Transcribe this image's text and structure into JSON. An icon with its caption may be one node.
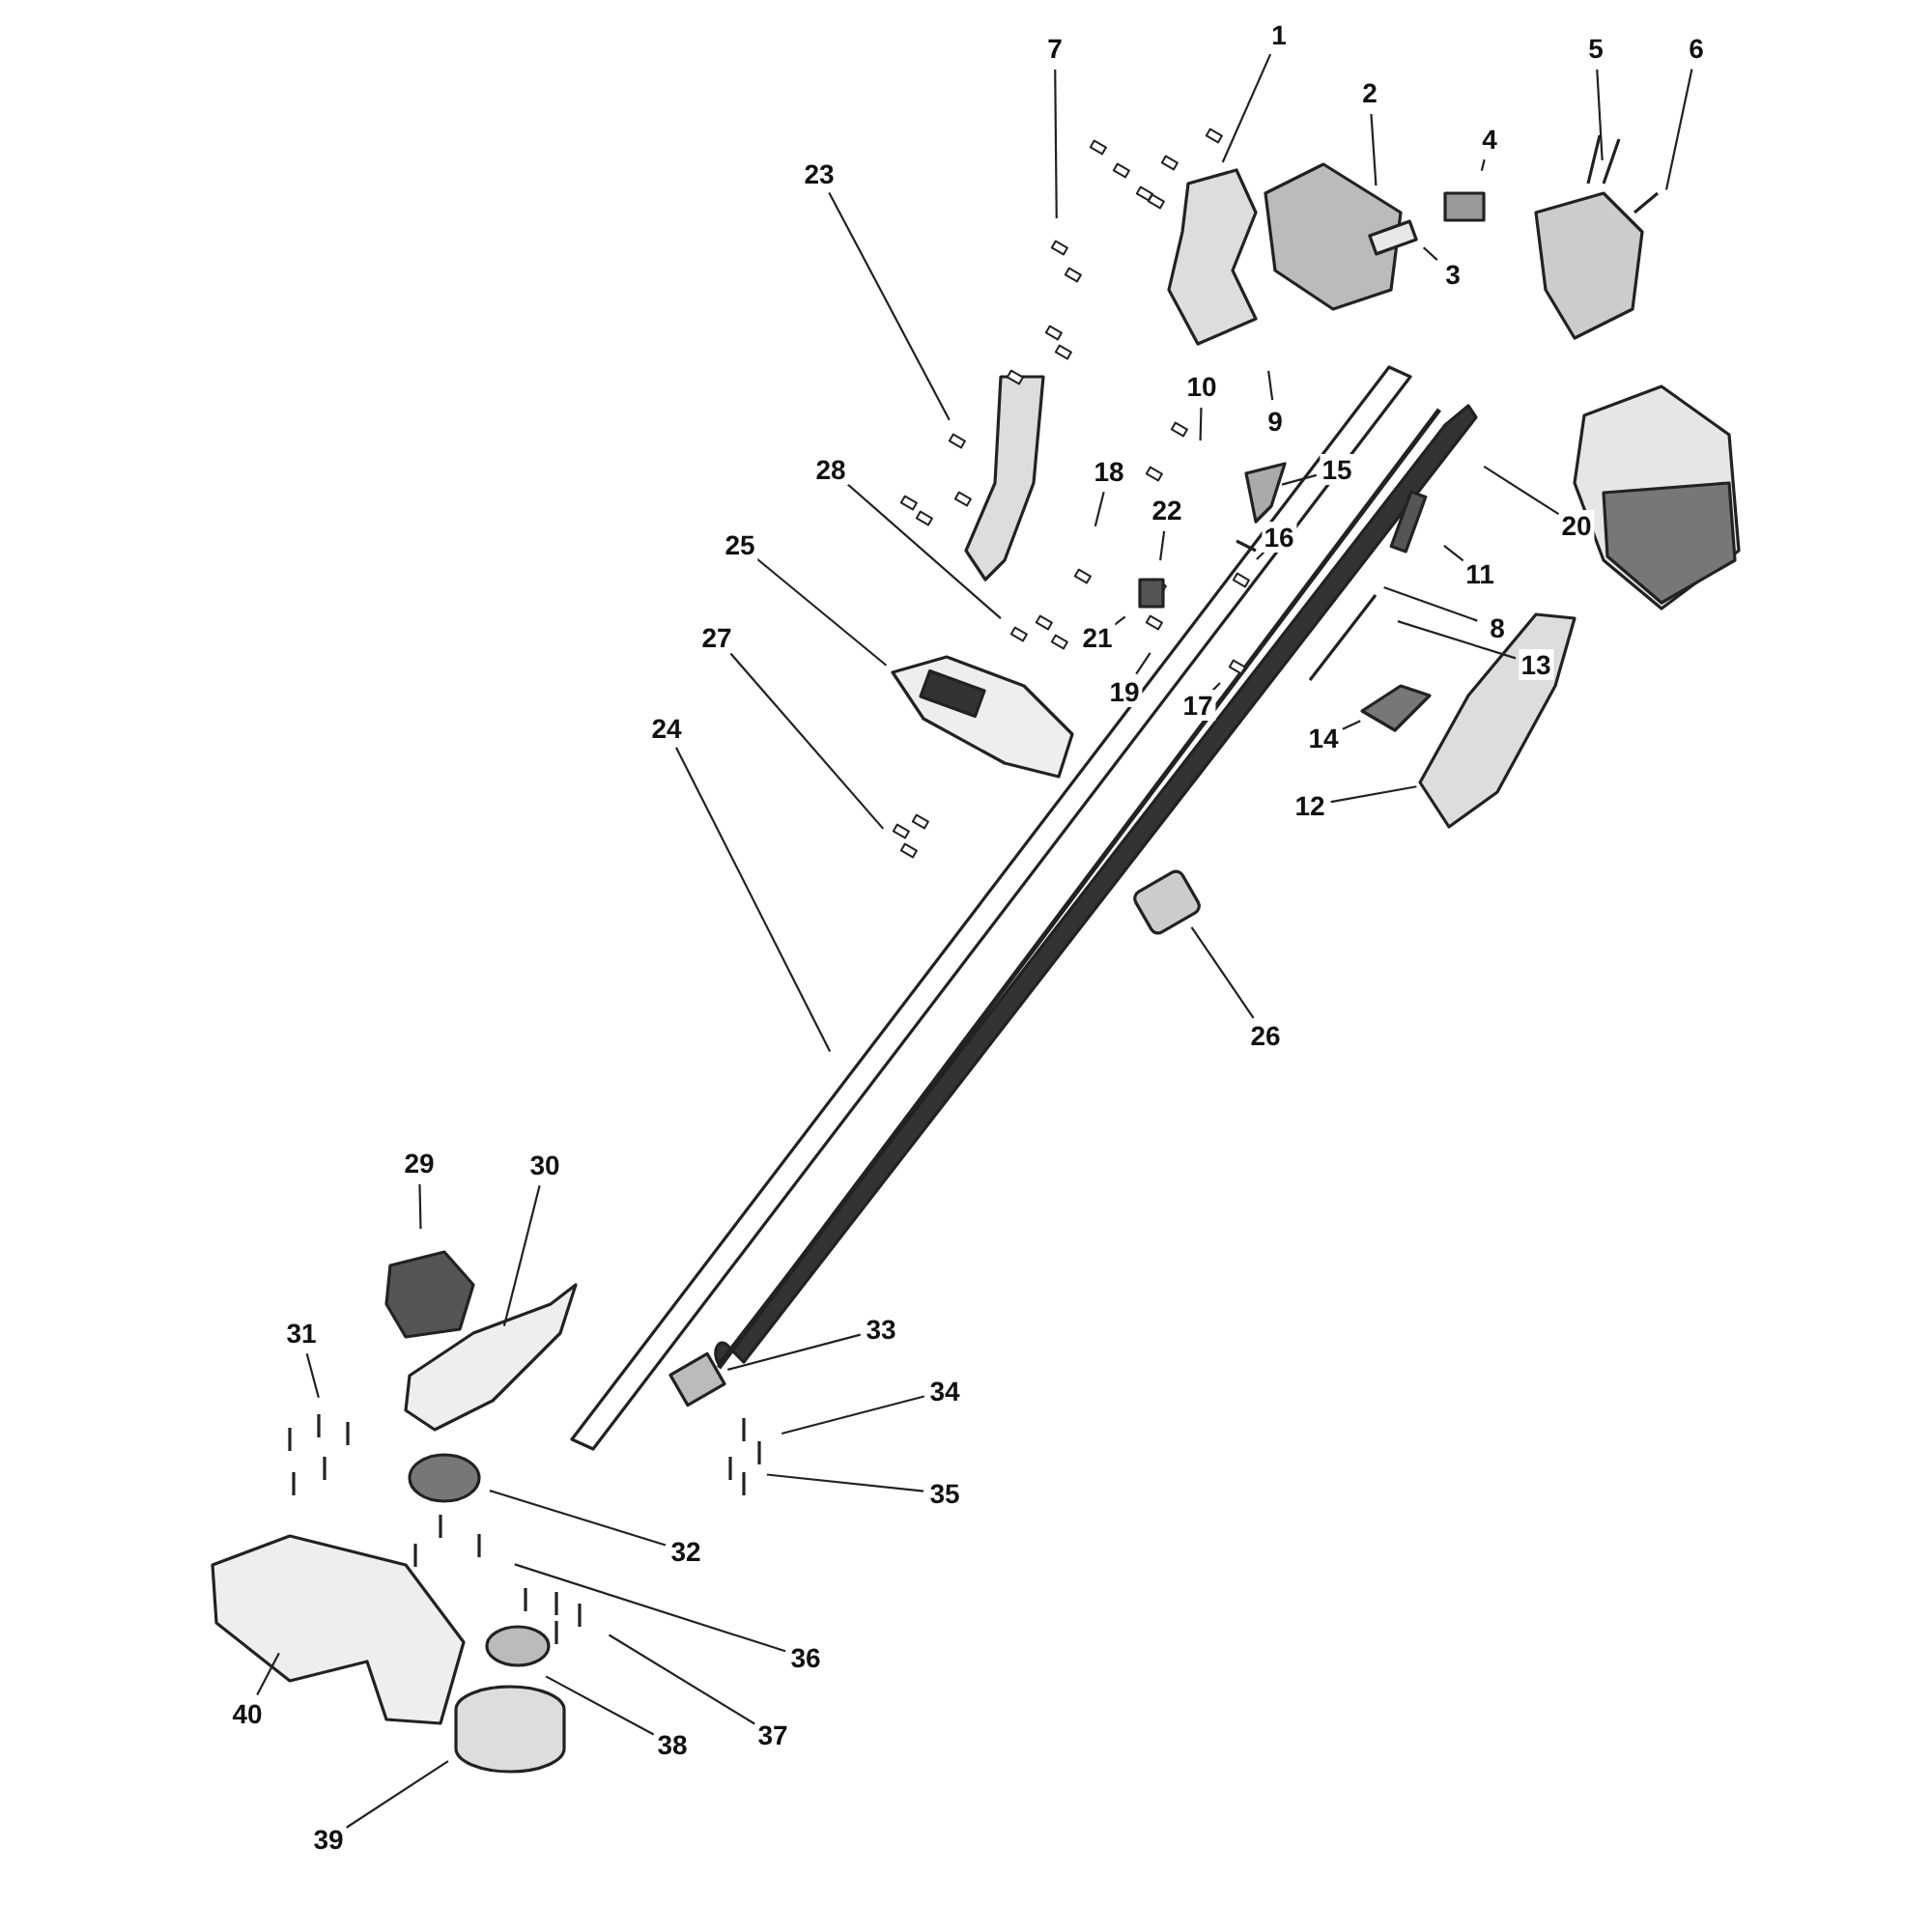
{
  "diagram": {
    "nodes": [
      {
        "text": [
          "1"
        ]
      },
      {
        "text": [
          "2"
        ]
      },
      {
        "text": [
          "3"
        ]
      },
      {
        "text": [
          "4"
        ]
      },
      {
        "text": [
          "5"
        ]
      },
      {
        "text": [
          "6"
        ]
      },
      {
        "text": [
          "7"
        ]
      },
      {
        "text": [
          "8"
        ]
      },
      {
        "text": [
          "9"
        ]
      },
      {
        "text": [
          "10"
        ]
      },
      {
        "text": [
          "11"
        ]
      },
      {
        "text": [
          "12"
        ]
      },
      {
        "text": [
          "13"
        ]
      },
      {
        "text": [
          "14"
        ]
      },
      {
        "text": [
          "15"
        ]
      },
      {
        "text": [
          "16"
        ]
      },
      {
        "text": [
          "17"
        ]
      },
      {
        "text": [
          "18"
        ]
      },
      {
        "text": [
          "19"
        ]
      },
      {
        "text": [
          "20"
        ]
      },
      {
        "text": [
          "21"
        ]
      },
      {
        "text": [
          "22"
        ]
      },
      {
        "text": [
          "23"
        ]
      },
      {
        "text": [
          "24"
        ]
      },
      {
        "text": [
          "25"
        ]
      },
      {
        "text": [
          "26"
        ]
      },
      {
        "text": [
          "27"
        ]
      },
      {
        "text": [
          "28"
        ]
      },
      {
        "text": [
          "29"
        ]
      },
      {
        "text": [
          "30"
        ]
      },
      {
        "text": [
          "31"
        ]
      },
      {
        "text": [
          "32"
        ]
      },
      {
        "text": [
          "33"
        ]
      },
      {
        "text": [
          "34"
        ]
      },
      {
        "text": [
          "35"
        ]
      },
      {
        "text": [
          "36"
        ]
      },
      {
        "text": [
          "37"
        ]
      },
      {
        "text": [
          "38"
        ]
      },
      {
        "text": [
          "39"
        ]
      },
      {
        "text": [
          "40"
        ]
      }
    ],
    "edges": [
      {
        "from": 0,
        "to": null,
        "arrow": "none"
      },
      {
        "from": 1,
        "to": null,
        "arrow": "none"
      },
      {
        "from": 2,
        "to": null,
        "arrow": "none"
      },
      {
        "from": 3,
        "to": null,
        "arrow": "none"
      },
      {
        "from": 4,
        "to": null,
        "arrow": "none"
      },
      {
        "from": 5,
        "to": null,
        "arrow": "none"
      },
      {
        "from": 6,
        "to": null,
        "arrow": "none"
      },
      {
        "from": 7,
        "to": null,
        "arrow": "none"
      },
      {
        "from": 8,
        "to": null,
        "arrow": "none"
      },
      {
        "from": 9,
        "to": null,
        "arrow": "none"
      },
      {
        "from": 10,
        "to": null,
        "arrow": "none"
      },
      {
        "from": 11,
        "to": null,
        "arrow": "none"
      },
      {
        "from": 12,
        "to": null,
        "arrow": "none"
      },
      {
        "from": 13,
        "to": null,
        "arrow": "none"
      },
      {
        "from": 14,
        "to": null,
        "arrow": "none"
      },
      {
        "from": 15,
        "to": null,
        "arrow": "none"
      },
      {
        "from": 16,
        "to": null,
        "arrow": "none"
      },
      {
        "from": 17,
        "to": null,
        "arrow": "none"
      },
      {
        "from": 18,
        "to": null,
        "arrow": "none"
      },
      {
        "from": 19,
        "to": null,
        "arrow": "none"
      },
      {
        "from": 20,
        "to": null,
        "arrow": "none"
      },
      {
        "from": 21,
        "to": null,
        "arrow": "none"
      },
      {
        "from": 22,
        "to": null,
        "arrow": "none"
      },
      {
        "from": 23,
        "to": null,
        "arrow": "none"
      },
      {
        "from": 24,
        "to": null,
        "arrow": "none"
      },
      {
        "from": 25,
        "to": null,
        "arrow": "none"
      },
      {
        "from": 26,
        "to": null,
        "arrow": "none"
      },
      {
        "from": 27,
        "to": null,
        "arrow": "none"
      },
      {
        "from": 28,
        "to": null,
        "arrow": "none"
      },
      {
        "from": 29,
        "to": null,
        "arrow": "none"
      },
      {
        "from": 30,
        "to": null,
        "arrow": "none"
      },
      {
        "from": 31,
        "to": null,
        "arrow": "none"
      },
      {
        "from": 32,
        "to": null,
        "arrow": "none"
      },
      {
        "from": 33,
        "to": null,
        "arrow": "none"
      },
      {
        "from": 34,
        "to": null,
        "arrow": "none"
      },
      {
        "from": 35,
        "to": null,
        "arrow": "none"
      },
      {
        "from": 36,
        "to": null,
        "arrow": "none"
      },
      {
        "from": 37,
        "to": null,
        "arrow": "none"
      },
      {
        "from": 38,
        "to": null,
        "arrow": "none"
      },
      {
        "from": 39,
        "to": null,
        "arrow": "none"
      }
    ]
  }
}
